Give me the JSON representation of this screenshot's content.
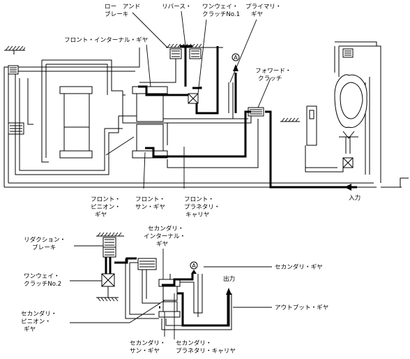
{
  "labels": {
    "low_and_brake_l1": "ロー　アンド",
    "low_and_brake_l2": "ブレーキ",
    "reverse": "リバース・",
    "oneway_clutch_1_l1": "ワンウェイ・",
    "oneway_clutch_1_l2": "クラッチNo.1",
    "primary_gear_l1": "プライマリ・",
    "primary_gear_l2": "ギヤ",
    "front_internal_gear": "フロント・インターナル・ギヤ",
    "marker_a": "A",
    "forward_clutch_l1": "フォワード・",
    "forward_clutch_l2": "クラッチ",
    "front_pinion_l1": "フロント・",
    "front_pinion_l2": "ピニオン・",
    "front_pinion_l3": "ギヤ",
    "front_sun_l1": "フロント・",
    "front_sun_l2": "サン・ギヤ",
    "front_planetary_l1": "フロント・",
    "front_planetary_l2": "プラネタリ・",
    "front_planetary_l3": "キャリヤ",
    "input": "入力",
    "reduction_brake_l1": "リダクション・",
    "reduction_brake_l2": "ブレーキ",
    "secondary_internal_l1": "セカンダリ・",
    "secondary_internal_l2": "インターナル・",
    "secondary_internal_l3": "ギヤ",
    "oneway_clutch_2_l1": "ワンウェイ・",
    "oneway_clutch_2_l2": "クラッチNo.2",
    "secondary_gear": "セカンダリ・ギヤ",
    "output": "出力",
    "output_gear": "アウトプット・ギヤ",
    "secondary_pinion_l1": "セカンダリ・",
    "secondary_pinion_l2": "ピニオン・",
    "secondary_pinion_l3": "ギヤ",
    "secondary_sun_l1": "セカンダリ・",
    "secondary_sun_l2": "サン・ギヤ",
    "secondary_planetary_l1": "セカンダリ・",
    "secondary_planetary_l2": "プラネタリ・キャリヤ"
  }
}
